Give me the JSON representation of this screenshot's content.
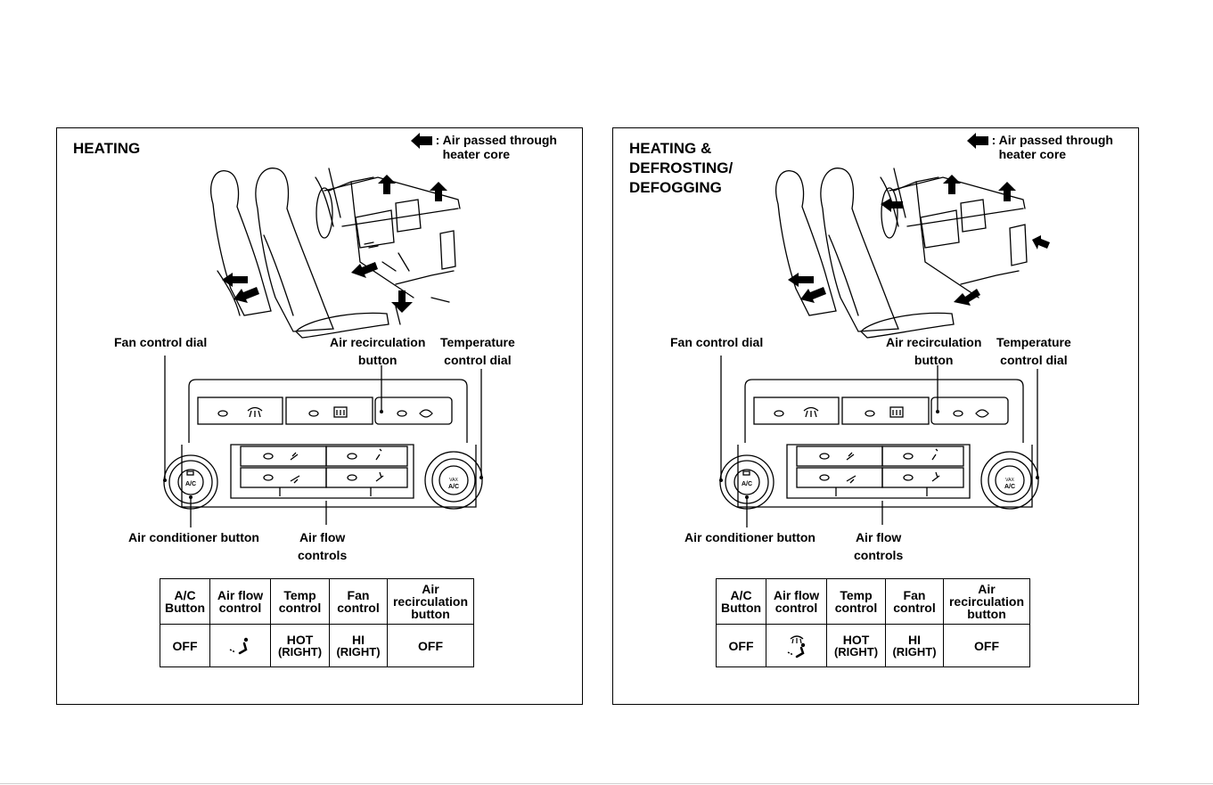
{
  "panels": [
    {
      "title": "HEATING",
      "legend": {
        "symbol": ":",
        "text_line1": "Air passed through",
        "text_line2": "heater core"
      },
      "labels": {
        "fan_control_dial": "Fan control dial",
        "air_recirc_line1": "Air recirculation",
        "air_recirc_line2": "button",
        "temp_line1": "Temperature",
        "temp_line2": "control dial",
        "ac_button": "Air conditioner button",
        "airflow_line1": "Air flow",
        "airflow_line2": "controls"
      },
      "panel_text": {
        "ac": "A/C",
        "dial": "A/C",
        "dial_small": "VAX"
      },
      "table": {
        "headers": [
          [
            "A/C",
            "Button"
          ],
          [
            "Air flow",
            "control"
          ],
          [
            "Temp",
            "control"
          ],
          [
            "Fan",
            "control"
          ],
          [
            "Air",
            "recirculation",
            "button"
          ]
        ],
        "values": {
          "ac": "OFF",
          "airflow_icon": "floor-vent-icon",
          "temp": [
            "HOT",
            "(RIGHT)"
          ],
          "fan": [
            "HI",
            "(RIGHT)"
          ],
          "recirc": "OFF"
        }
      }
    },
    {
      "title_lines": [
        "HEATING &",
        "DEFROSTING/",
        "DEFOGGING"
      ],
      "legend": {
        "symbol": ":",
        "text_line1": "Air passed through",
        "text_line2": "heater core"
      },
      "labels": {
        "fan_control_dial": "Fan control dial",
        "air_recirc_line1": "Air recirculation",
        "air_recirc_line2": "button",
        "temp_line1": "Temperature",
        "temp_line2": "control dial",
        "ac_button": "Air conditioner button",
        "airflow_line1": "Air flow",
        "airflow_line2": "controls"
      },
      "panel_text": {
        "ac": "A/C",
        "dial": "A/C",
        "dial_small": "VAX"
      },
      "table": {
        "headers": [
          [
            "A/C",
            "Button"
          ],
          [
            "Air flow",
            "control"
          ],
          [
            "Temp",
            "control"
          ],
          [
            "Fan",
            "control"
          ],
          [
            "Air",
            "recirculation",
            "button"
          ]
        ],
        "values": {
          "ac": "OFF",
          "airflow_icon": "defrost-floor-vent-icon",
          "temp": [
            "HOT",
            "(RIGHT)"
          ],
          "fan": [
            "HI",
            "(RIGHT)"
          ],
          "recirc": "OFF"
        }
      }
    }
  ]
}
